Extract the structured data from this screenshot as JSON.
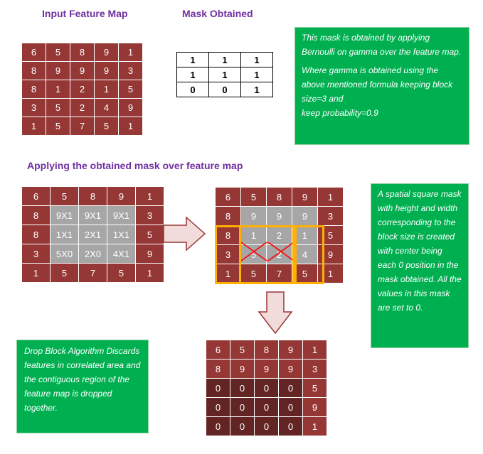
{
  "titles": {
    "input": "Input Feature Map",
    "mask": "Mask Obtained",
    "applying": "Applying the obtained mask over feature map"
  },
  "input_map": [
    [
      "6",
      "5",
      "8",
      "9",
      "1"
    ],
    [
      "8",
      "9",
      "9",
      "9",
      "3"
    ],
    [
      "8",
      "1",
      "2",
      "1",
      "5"
    ],
    [
      "3",
      "5",
      "2",
      "4",
      "9"
    ],
    [
      "1",
      "5",
      "7",
      "5",
      "1"
    ]
  ],
  "mask": [
    [
      "1",
      "1",
      "1"
    ],
    [
      "1",
      "1",
      "1"
    ],
    [
      "0",
      "0",
      "1"
    ]
  ],
  "applied_map": [
    [
      "6",
      "5",
      "8",
      "9",
      "1"
    ],
    [
      "8",
      "9X1",
      "9X1",
      "9X1",
      "3"
    ],
    [
      "8",
      "1X1",
      "2X1",
      "1X1",
      "5"
    ],
    [
      "3",
      "5X0",
      "2X0",
      "4X1",
      "9"
    ],
    [
      "1",
      "5",
      "7",
      "5",
      "1"
    ]
  ],
  "block_map": [
    [
      "6",
      "5",
      "8",
      "9",
      "1"
    ],
    [
      "8",
      "9",
      "9",
      "9",
      "3"
    ],
    [
      "8",
      "1",
      "2",
      "1",
      "5"
    ],
    [
      "3",
      "5",
      "2",
      "4",
      "9"
    ],
    [
      "1",
      "5",
      "7",
      "5",
      "1"
    ]
  ],
  "result_map": [
    [
      "6",
      "5",
      "8",
      "9",
      "1"
    ],
    [
      "8",
      "9",
      "9",
      "9",
      "3"
    ],
    [
      "0",
      "0",
      "0",
      "0",
      "5"
    ],
    [
      "0",
      "0",
      "0",
      "0",
      "9"
    ],
    [
      "0",
      "0",
      "0",
      "0",
      "1"
    ]
  ],
  "notes": {
    "top_right_1": "This mask  is obtained by applying Bernoulli on gamma over the feature map.",
    "top_right_2": "Where gamma is obtained using the above mentioned formula keeping block size=3 and",
    "top_right_3": "keep probability=0.9",
    "right_middle": "A spatial square mask with height and width corresponding to the block size is created with center being each 0 position in the mask obtained.  All the values in this mask are set to 0.",
    "bottom_left": "Drop Block Algorithm Discards features in correlated area and the contiguous region of the feature map is dropped together."
  },
  "colors": {
    "cell_red": "#953735",
    "cell_dark": "#632523",
    "cell_gray": "#a6a6a6",
    "note_green": "#00b050",
    "title_purple": "#7030a0",
    "highlight_orange": "#ffb000",
    "arrow_fill": "#f2dcdb",
    "cross_red": "#ff0000"
  }
}
